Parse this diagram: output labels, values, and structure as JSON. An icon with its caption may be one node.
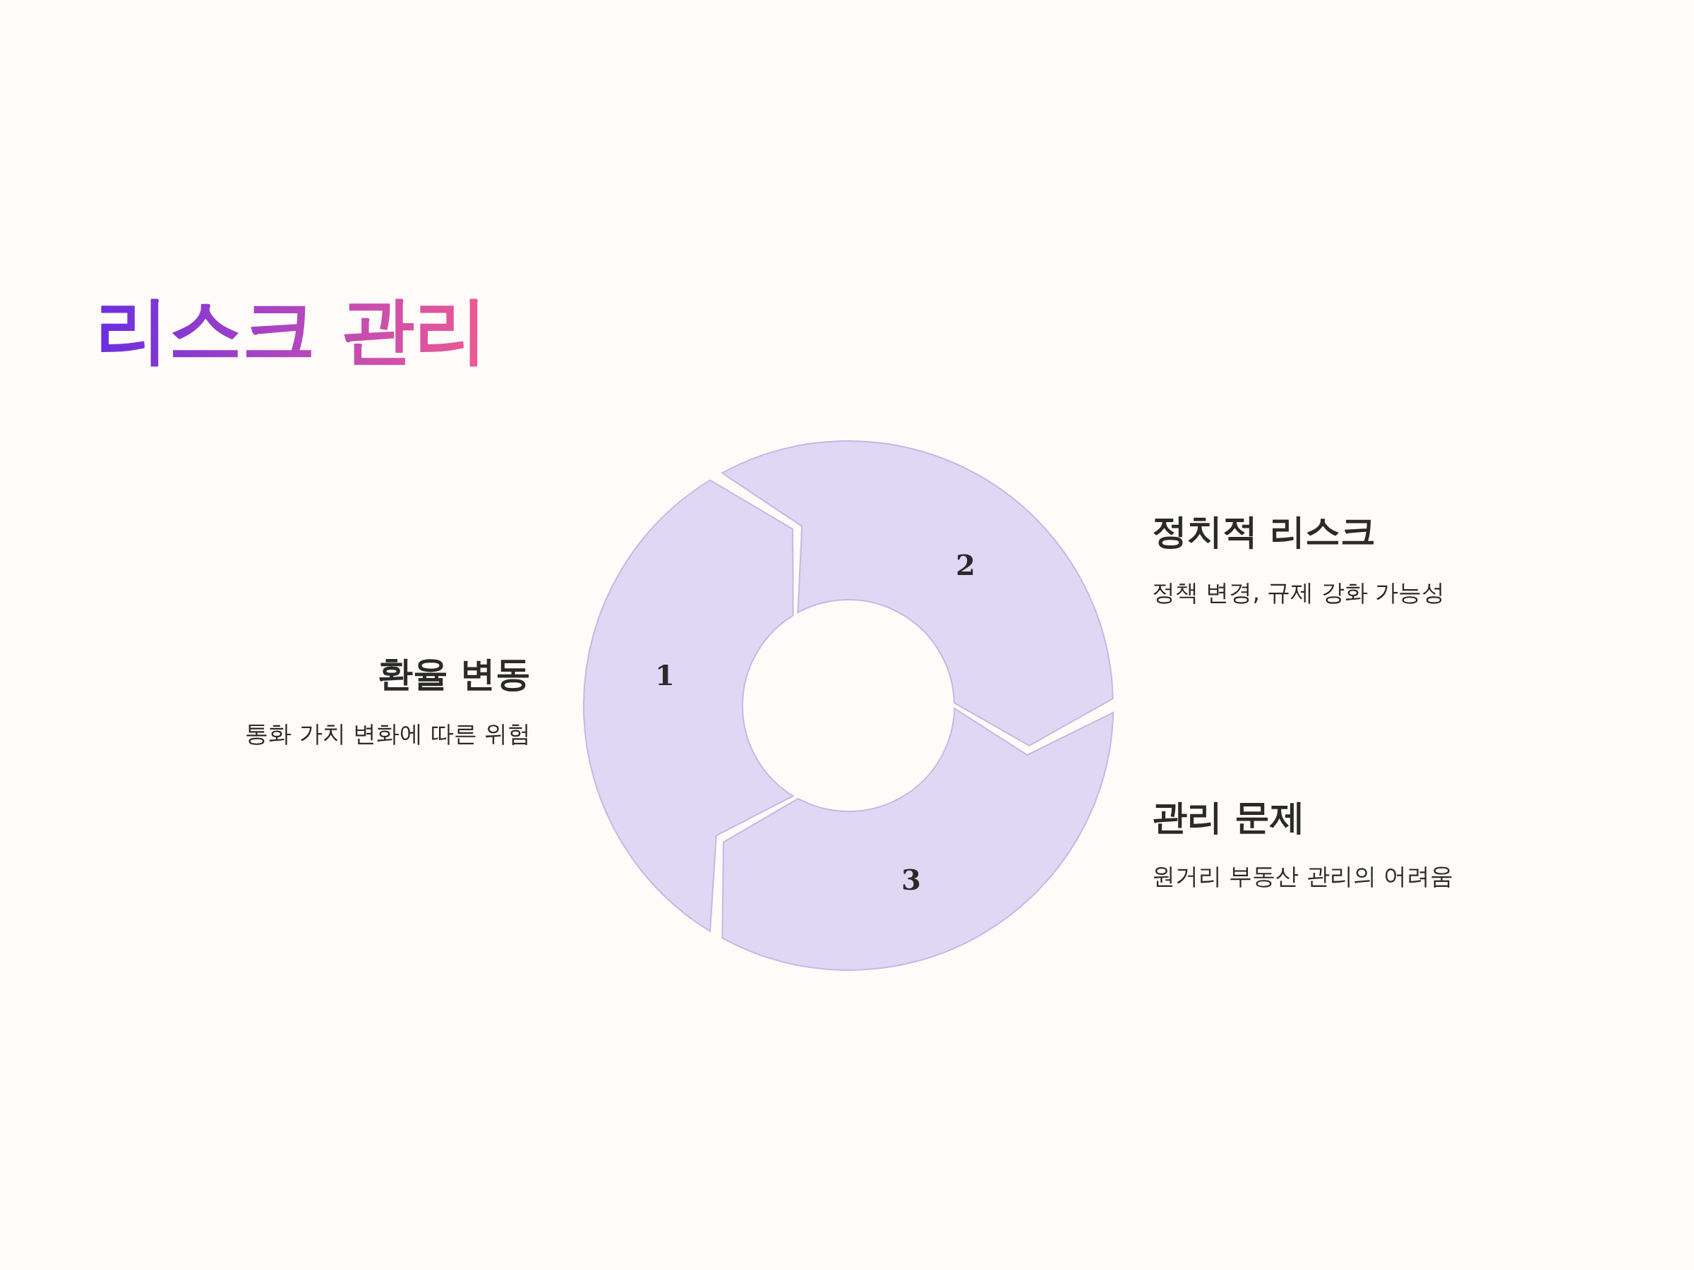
{
  "diagram": {
    "title": "리스크 관리",
    "nodes": [
      {
        "text": [
          "1"
        ],
        "beside": [
          "환율 변동",
          "통화 가치 변화에 따른 위험"
        ]
      },
      {
        "text": [
          "2"
        ],
        "beside": [
          "정치적 리스크",
          "정책 변경, 규제 강화 가능성"
        ]
      },
      {
        "text": [
          "3"
        ],
        "beside": [
          "관리 문제",
          "원거리 부동산 관리의 어려움"
        ]
      }
    ]
  }
}
